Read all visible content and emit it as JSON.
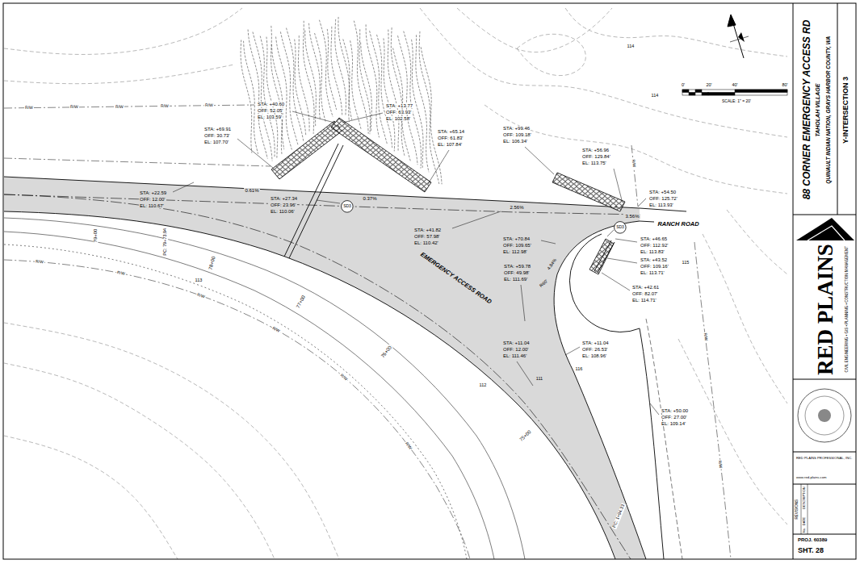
{
  "diagram": {
    "title": "88 CORNER EMERGENCY ACCESS RD",
    "nodes": [
      {
        "text": [
          "SD3"
        ]
      },
      {
        "text": [
          "SD3"
        ]
      }
    ],
    "labels": [
      "STA: +40.60",
      "OFF: 52.05'",
      "EL: 103.59'",
      "STA: +69.91",
      "OFF: 30.73'",
      "EL: 107.70'",
      "STA: +13.77",
      "OFF: 63.93'",
      "EL: 102.58'",
      "STA: +65.14",
      "OFF: 61.83'",
      "EL: 107.84'",
      "STA: +99.46",
      "OFF: 109.18'",
      "EL: 106.34'",
      "STA: +56.96",
      "OFF: 129.84'",
      "EL: 113.75'",
      "STA: +54.50",
      "OFF: 125.72'",
      "EL: 113.93'",
      "STA: +22.59",
      "OFF: 12.00'",
      "EL: 110.67'",
      "STA: +27.34",
      "OFF: 23.96'",
      "EL: 110.06'",
      "STA: +41.82",
      "OFF: 57.98'",
      "EL: 110.42'",
      "STA: +70.84",
      "OFF: 109.65'",
      "EL: 112.98'",
      "STA: +46.65",
      "OFF: 112.92'",
      "EL: 113.83'",
      "STA: +59.78",
      "OFF: 49.98'",
      "EL: 111.69'",
      "STA: +43.52",
      "OFF: 109.16'",
      "EL: 113.71'",
      "STA: +42.61",
      "OFF: 82.07'",
      "EL: 114.71'",
      "STA: +11.04",
      "OFF: 12.00'",
      "EL: 111.46'",
      "STA: +11.04",
      "OFF: 26.53'",
      "EL: 108.96'",
      "STA: +50.00",
      "OFF: 27.00'",
      "EL: 109.14'",
      "0.61%",
      "0.37%",
      "2.56%",
      "3.56%",
      "4.84%",
      "R60'",
      "RANCH ROAD",
      "EMERGENCY ACCESS ROAD",
      "PC: 79+73.94",
      "79+00",
      "78+00",
      "77+00",
      "76+00",
      "75+00",
      "PC: 1+94.33",
      "114",
      "115",
      "112",
      "111",
      "113",
      "114",
      "116",
      "R/W",
      "R/W",
      "R/W",
      "R/W",
      "R/W",
      "R/W",
      "R/W",
      "R/W",
      "R/W",
      "R/W",
      "R/W",
      "R/W",
      "R/W",
      "R/W",
      "TAHOLAH VILLAGE",
      "QUINAULT INDIAN NATION, GRAYS HARBOR COUNTY, WA",
      "Y-INTERSECTION 3",
      "RED PLAINS",
      "CIVIL ENGINEERING • GIS • PLANNING • CONSTRUCTION MANAGEMENT",
      "RED PLAINS PROFESSIONAL, INC.",
      "www.red-plains.com",
      "REVISIONS",
      "DESCRIPTION",
      "DATE",
      "No.",
      "PROJ. 60389",
      "SHT. 28",
      "0'",
      "20'",
      "40'",
      "80'",
      "SCALE: 1\" = 20'"
    ]
  }
}
